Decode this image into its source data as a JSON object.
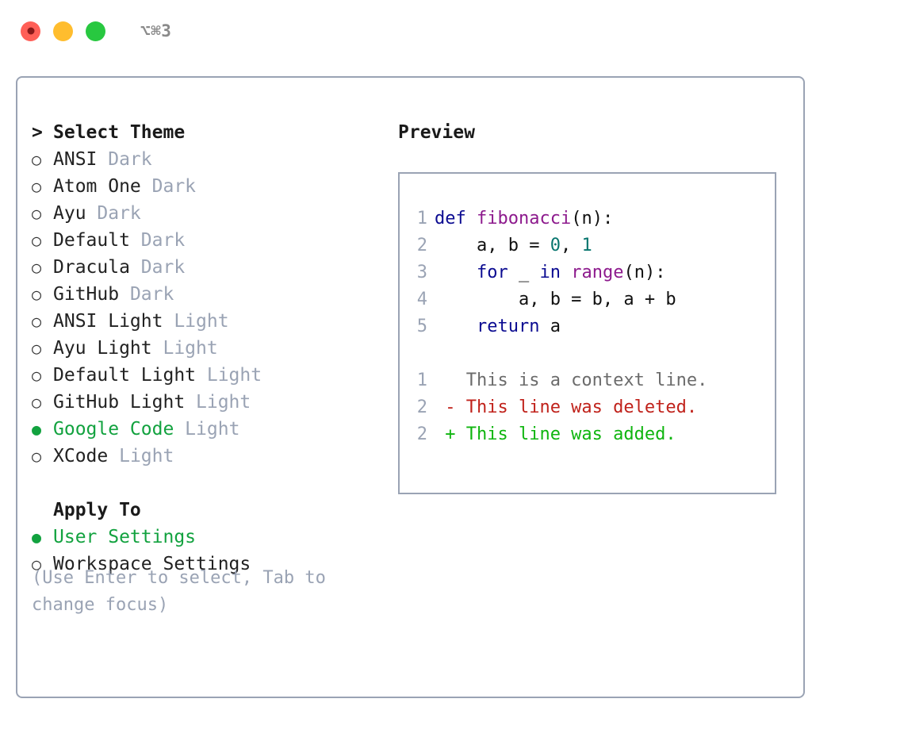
{
  "window": {
    "title": "⌥⌘3",
    "traffic_lights": [
      {
        "name": "close",
        "color": "#ff5f57"
      },
      {
        "name": "minimize",
        "color": "#ffbd2e"
      },
      {
        "name": "maximize",
        "color": "#28c840"
      }
    ]
  },
  "theme_selector": {
    "heading": "Select Theme",
    "caret": ">",
    "bullet_unselected": "○",
    "bullet_selected": "●",
    "items": [
      {
        "label": "ANSI",
        "tag": "Dark",
        "selected": false
      },
      {
        "label": "Atom One",
        "tag": "Dark",
        "selected": false
      },
      {
        "label": "Ayu",
        "tag": "Dark",
        "selected": false
      },
      {
        "label": "Default",
        "tag": "Dark",
        "selected": false
      },
      {
        "label": "Dracula",
        "tag": "Dark",
        "selected": false
      },
      {
        "label": "GitHub",
        "tag": "Dark",
        "selected": false
      },
      {
        "label": "ANSI Light",
        "tag": "Light",
        "selected": false
      },
      {
        "label": "Ayu Light",
        "tag": "Light",
        "selected": false
      },
      {
        "label": "Default Light",
        "tag": "Light",
        "selected": false
      },
      {
        "label": "GitHub Light",
        "tag": "Light",
        "selected": false
      },
      {
        "label": "Google Code",
        "tag": "Light",
        "selected": true
      },
      {
        "label": "XCode",
        "tag": "Light",
        "selected": false
      }
    ]
  },
  "apply_to": {
    "heading": "Apply To",
    "options": [
      {
        "label": "User Settings",
        "selected": true
      },
      {
        "label": "Workspace Settings",
        "selected": false
      }
    ]
  },
  "hint": "(Use Enter to select, Tab to change focus)",
  "preview": {
    "heading": "Preview",
    "code_lines": [
      {
        "num": "1",
        "tokens": [
          {
            "t": "def ",
            "c": "kw"
          },
          {
            "t": "fibonacci",
            "c": "fn"
          },
          {
            "t": "(n):",
            "c": "pl"
          }
        ]
      },
      {
        "num": "2",
        "tokens": [
          {
            "t": "    a, b = ",
            "c": "pl"
          },
          {
            "t": "0",
            "c": "num"
          },
          {
            "t": ", ",
            "c": "pl"
          },
          {
            "t": "1",
            "c": "num"
          }
        ]
      },
      {
        "num": "3",
        "tokens": [
          {
            "t": "    ",
            "c": "pl"
          },
          {
            "t": "for",
            "c": "kw"
          },
          {
            "t": " _ ",
            "c": "pl"
          },
          {
            "t": "in",
            "c": "kw"
          },
          {
            "t": " ",
            "c": "pl"
          },
          {
            "t": "range",
            "c": "fn"
          },
          {
            "t": "(n):",
            "c": "pl"
          }
        ]
      },
      {
        "num": "4",
        "tokens": [
          {
            "t": "        a, b = b, a + b",
            "c": "pl"
          }
        ]
      },
      {
        "num": "5",
        "tokens": [
          {
            "t": "    ",
            "c": "pl"
          },
          {
            "t": "return",
            "c": "kw"
          },
          {
            "t": " a",
            "c": "pl"
          }
        ]
      }
    ],
    "diff_lines": [
      {
        "num": "1",
        "marker": "  ",
        "text": "This is a context line.",
        "kind": "ctx"
      },
      {
        "num": "2",
        "marker": "- ",
        "text": "This line was deleted.",
        "kind": "del"
      },
      {
        "num": "2",
        "marker": "+ ",
        "text": "This line was added.",
        "kind": "add"
      }
    ]
  },
  "colors": {
    "accent_green": "#12a23f",
    "muted": "#9aa3b4",
    "border": "#9aa3b4",
    "keyword": "#0b0b91",
    "function": "#8d1a8d",
    "number": "#07756e",
    "diff_added": "#0fb50f",
    "diff_deleted": "#c0221b",
    "diff_context": "#6b6b6b"
  }
}
